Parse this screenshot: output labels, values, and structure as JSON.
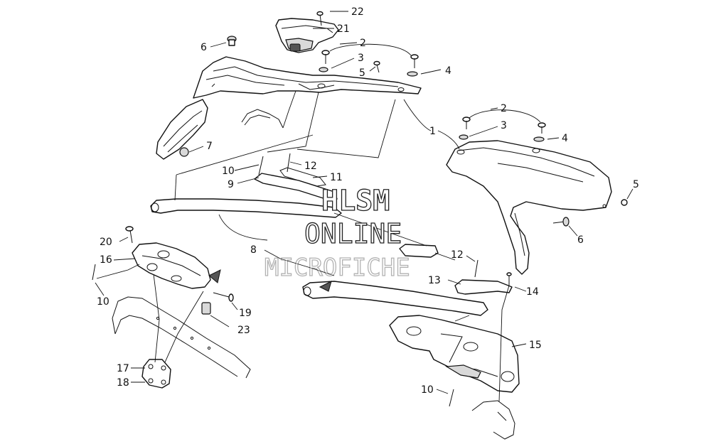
{
  "callouts": [
    {
      "id": "c22",
      "label": "22"
    },
    {
      "id": "c21",
      "label": "21"
    },
    {
      "id": "c6a",
      "label": "6"
    },
    {
      "id": "c2a",
      "label": "2"
    },
    {
      "id": "c3a",
      "label": "3"
    },
    {
      "id": "c5a",
      "label": "5"
    },
    {
      "id": "c4a",
      "label": "4"
    },
    {
      "id": "c1",
      "label": "1"
    },
    {
      "id": "c2b",
      "label": "2"
    },
    {
      "id": "c3b",
      "label": "3"
    },
    {
      "id": "c4b",
      "label": "4"
    },
    {
      "id": "c7",
      "label": "7"
    },
    {
      "id": "c10a",
      "label": "10"
    },
    {
      "id": "c12a",
      "label": "12"
    },
    {
      "id": "c11",
      "label": "11"
    },
    {
      "id": "c9",
      "label": "9"
    },
    {
      "id": "c5b",
      "label": "5"
    },
    {
      "id": "c6b",
      "label": "6"
    },
    {
      "id": "c20",
      "label": "20"
    },
    {
      "id": "c16",
      "label": "16"
    },
    {
      "id": "c8",
      "label": "8"
    },
    {
      "id": "c12b",
      "label": "12"
    },
    {
      "id": "c13",
      "label": "13"
    },
    {
      "id": "c14",
      "label": "14"
    },
    {
      "id": "c10b",
      "label": "10"
    },
    {
      "id": "c19",
      "label": "19"
    },
    {
      "id": "c23",
      "label": "23"
    },
    {
      "id": "c15",
      "label": "15"
    },
    {
      "id": "c17",
      "label": "17"
    },
    {
      "id": "c18",
      "label": "18"
    },
    {
      "id": "c10c",
      "label": "10"
    }
  ],
  "watermark": {
    "line1": "HLSM",
    "line2": "ONLINE",
    "line3": "MICROFICHE"
  }
}
